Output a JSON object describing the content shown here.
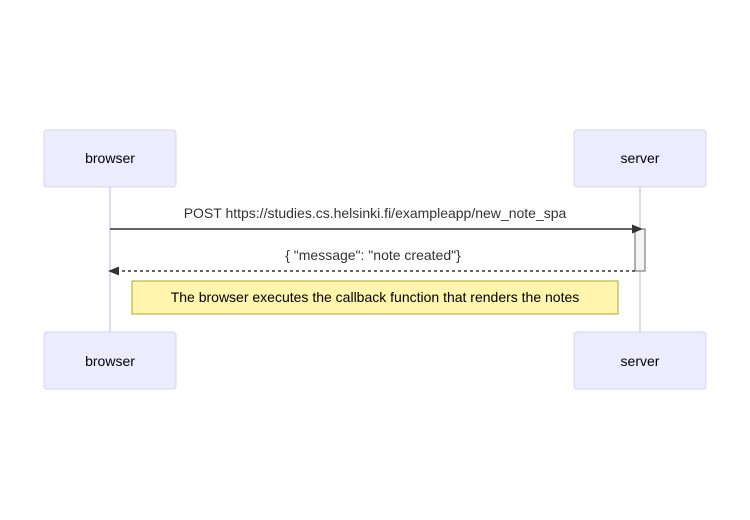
{
  "diagram": {
    "type": "sequence",
    "participants": {
      "browser": "browser",
      "server": "server"
    },
    "messages": [
      {
        "from": "browser",
        "to": "server",
        "style": "solid",
        "text": "POST https://studies.cs.helsinki.fi/exampleapp/new_note_spa"
      },
      {
        "from": "server",
        "to": "browser",
        "style": "dashed",
        "text": "{ \"message\": \"note created\"}"
      }
    ],
    "note": {
      "text": "The browser executes the callback function that renders the notes"
    }
  },
  "colors": {
    "actor_fill": "#ececff",
    "actor_stroke": "#d7d3f1",
    "lifeline": "#d2cfee",
    "message": "#333333",
    "note_fill": "#fff5ad",
    "note_stroke": "#aaaa33",
    "activation_fill": "#f4f4f4"
  }
}
